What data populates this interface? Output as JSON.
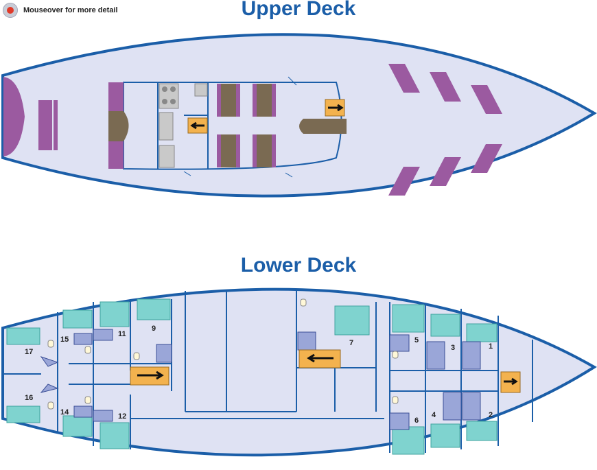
{
  "legend": {
    "text": "Mouseover for more detail"
  },
  "upper_deck": {
    "title": "Upper Deck"
  },
  "lower_deck": {
    "title": "Lower Deck",
    "cabins": [
      "1",
      "2",
      "3",
      "4",
      "5",
      "6",
      "7",
      "9",
      "11",
      "12",
      "14",
      "15",
      "16",
      "17"
    ]
  },
  "colors": {
    "hull_fill": "#dfe2f3",
    "hull_stroke": "#1b5ea8",
    "wall": "#1b5ea8",
    "lounger": "#9b5aa0",
    "table": "#7a6a52",
    "stairs": "#f3b24e",
    "bed": "#7fd3cf",
    "shower": "#9aa6d8"
  }
}
